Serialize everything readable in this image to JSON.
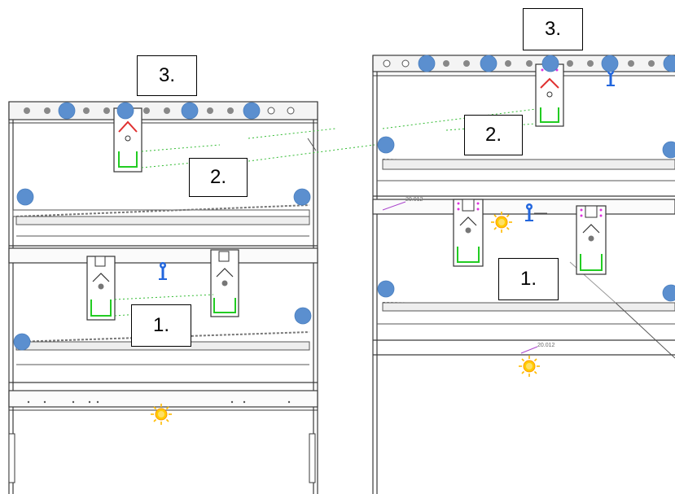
{
  "labels": {
    "left_top": "3.",
    "left_middle": "2.",
    "left_bottom": "1.",
    "right_top": "3.",
    "right_middle": "2.",
    "right_bottom": "1."
  },
  "dimension_labels": {
    "right_upper": "20.012",
    "right_lower": "20.012"
  },
  "colors": {
    "marker_blue": "#5b8fcf",
    "frame_line": "#3a3a3a",
    "bracket_green": "#22cc22",
    "chevron_red": "#e03030",
    "magenta_dot": "#dd33dd",
    "sun_yellow": "#ffcc00",
    "pin_blue": "#2266dd"
  },
  "icons": [
    "blue-marker-icon",
    "sun-icon",
    "pin-icon",
    "bracket-icon"
  ]
}
